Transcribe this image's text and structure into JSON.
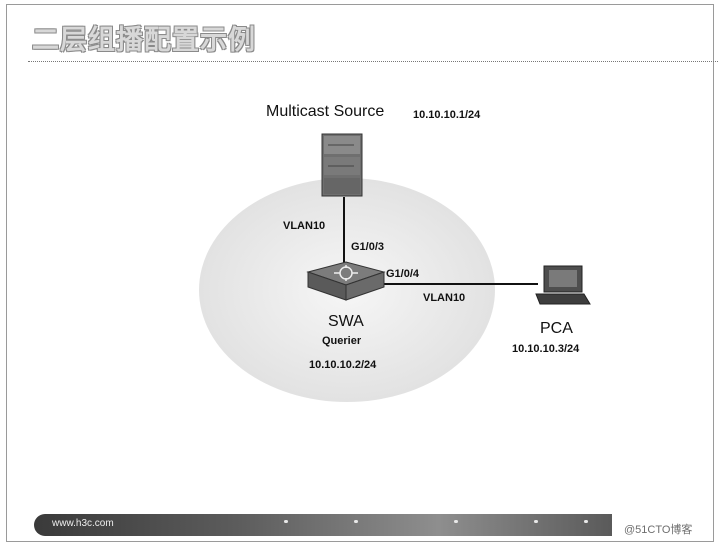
{
  "slide": {
    "title": "二层组播配置示例",
    "footer_url": "www.h3c.com",
    "watermark": "@51CTO博客"
  },
  "diagram": {
    "source": {
      "name": "Multicast Source",
      "ip": "10.10.10.1/24"
    },
    "switch": {
      "name": "SWA",
      "role": "Querier",
      "ip": "10.10.10.2/24"
    },
    "host": {
      "name": "PCA",
      "ip": "10.10.10.3/24"
    },
    "links": {
      "source_switch": {
        "vlan": "VLAN10",
        "port": "G1/0/3"
      },
      "switch_host": {
        "vlan": "VLAN10",
        "port": "G1/0/4"
      }
    }
  }
}
